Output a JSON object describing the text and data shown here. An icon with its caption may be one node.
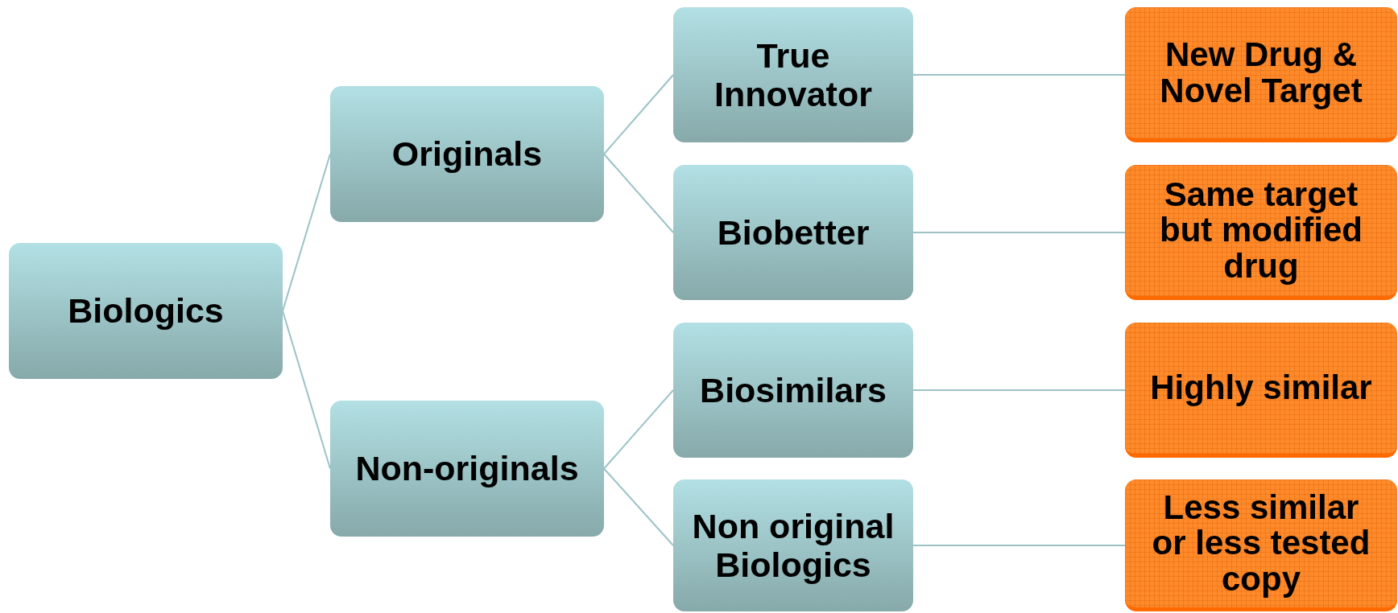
{
  "diagram": {
    "nodes": [
      {
        "text": [
          "Biologics"
        ]
      },
      {
        "text": [
          "Originals"
        ]
      },
      {
        "text": [
          "Non-originals"
        ]
      },
      {
        "text": [
          "True Innovator"
        ]
      },
      {
        "text": [
          "Biobetter"
        ]
      },
      {
        "text": [
          "Biosimilars"
        ]
      },
      {
        "text": [
          "Non original Biologics"
        ]
      },
      {
        "text": [
          "New Drug & Novel Target"
        ]
      },
      {
        "text": [
          "Same target but modified drug"
        ]
      },
      {
        "text": [
          "Highly similar"
        ]
      },
      {
        "text": [
          "Less similar or less tested copy"
        ]
      }
    ],
    "edges": [
      {
        "from": 0,
        "to": 1,
        "arrow": "none"
      },
      {
        "from": 0,
        "to": 2,
        "arrow": "none"
      },
      {
        "from": 1,
        "to": 3,
        "arrow": "none"
      },
      {
        "from": 1,
        "to": 4,
        "arrow": "none"
      },
      {
        "from": 2,
        "to": 5,
        "arrow": "none"
      },
      {
        "from": 2,
        "to": 6,
        "arrow": "none"
      },
      {
        "from": 3,
        "to": 7,
        "arrow": "none"
      },
      {
        "from": 4,
        "to": 8,
        "arrow": "none"
      },
      {
        "from": 5,
        "to": 9,
        "arrow": "none"
      },
      {
        "from": 6,
        "to": 10,
        "arrow": "none"
      }
    ]
  }
}
